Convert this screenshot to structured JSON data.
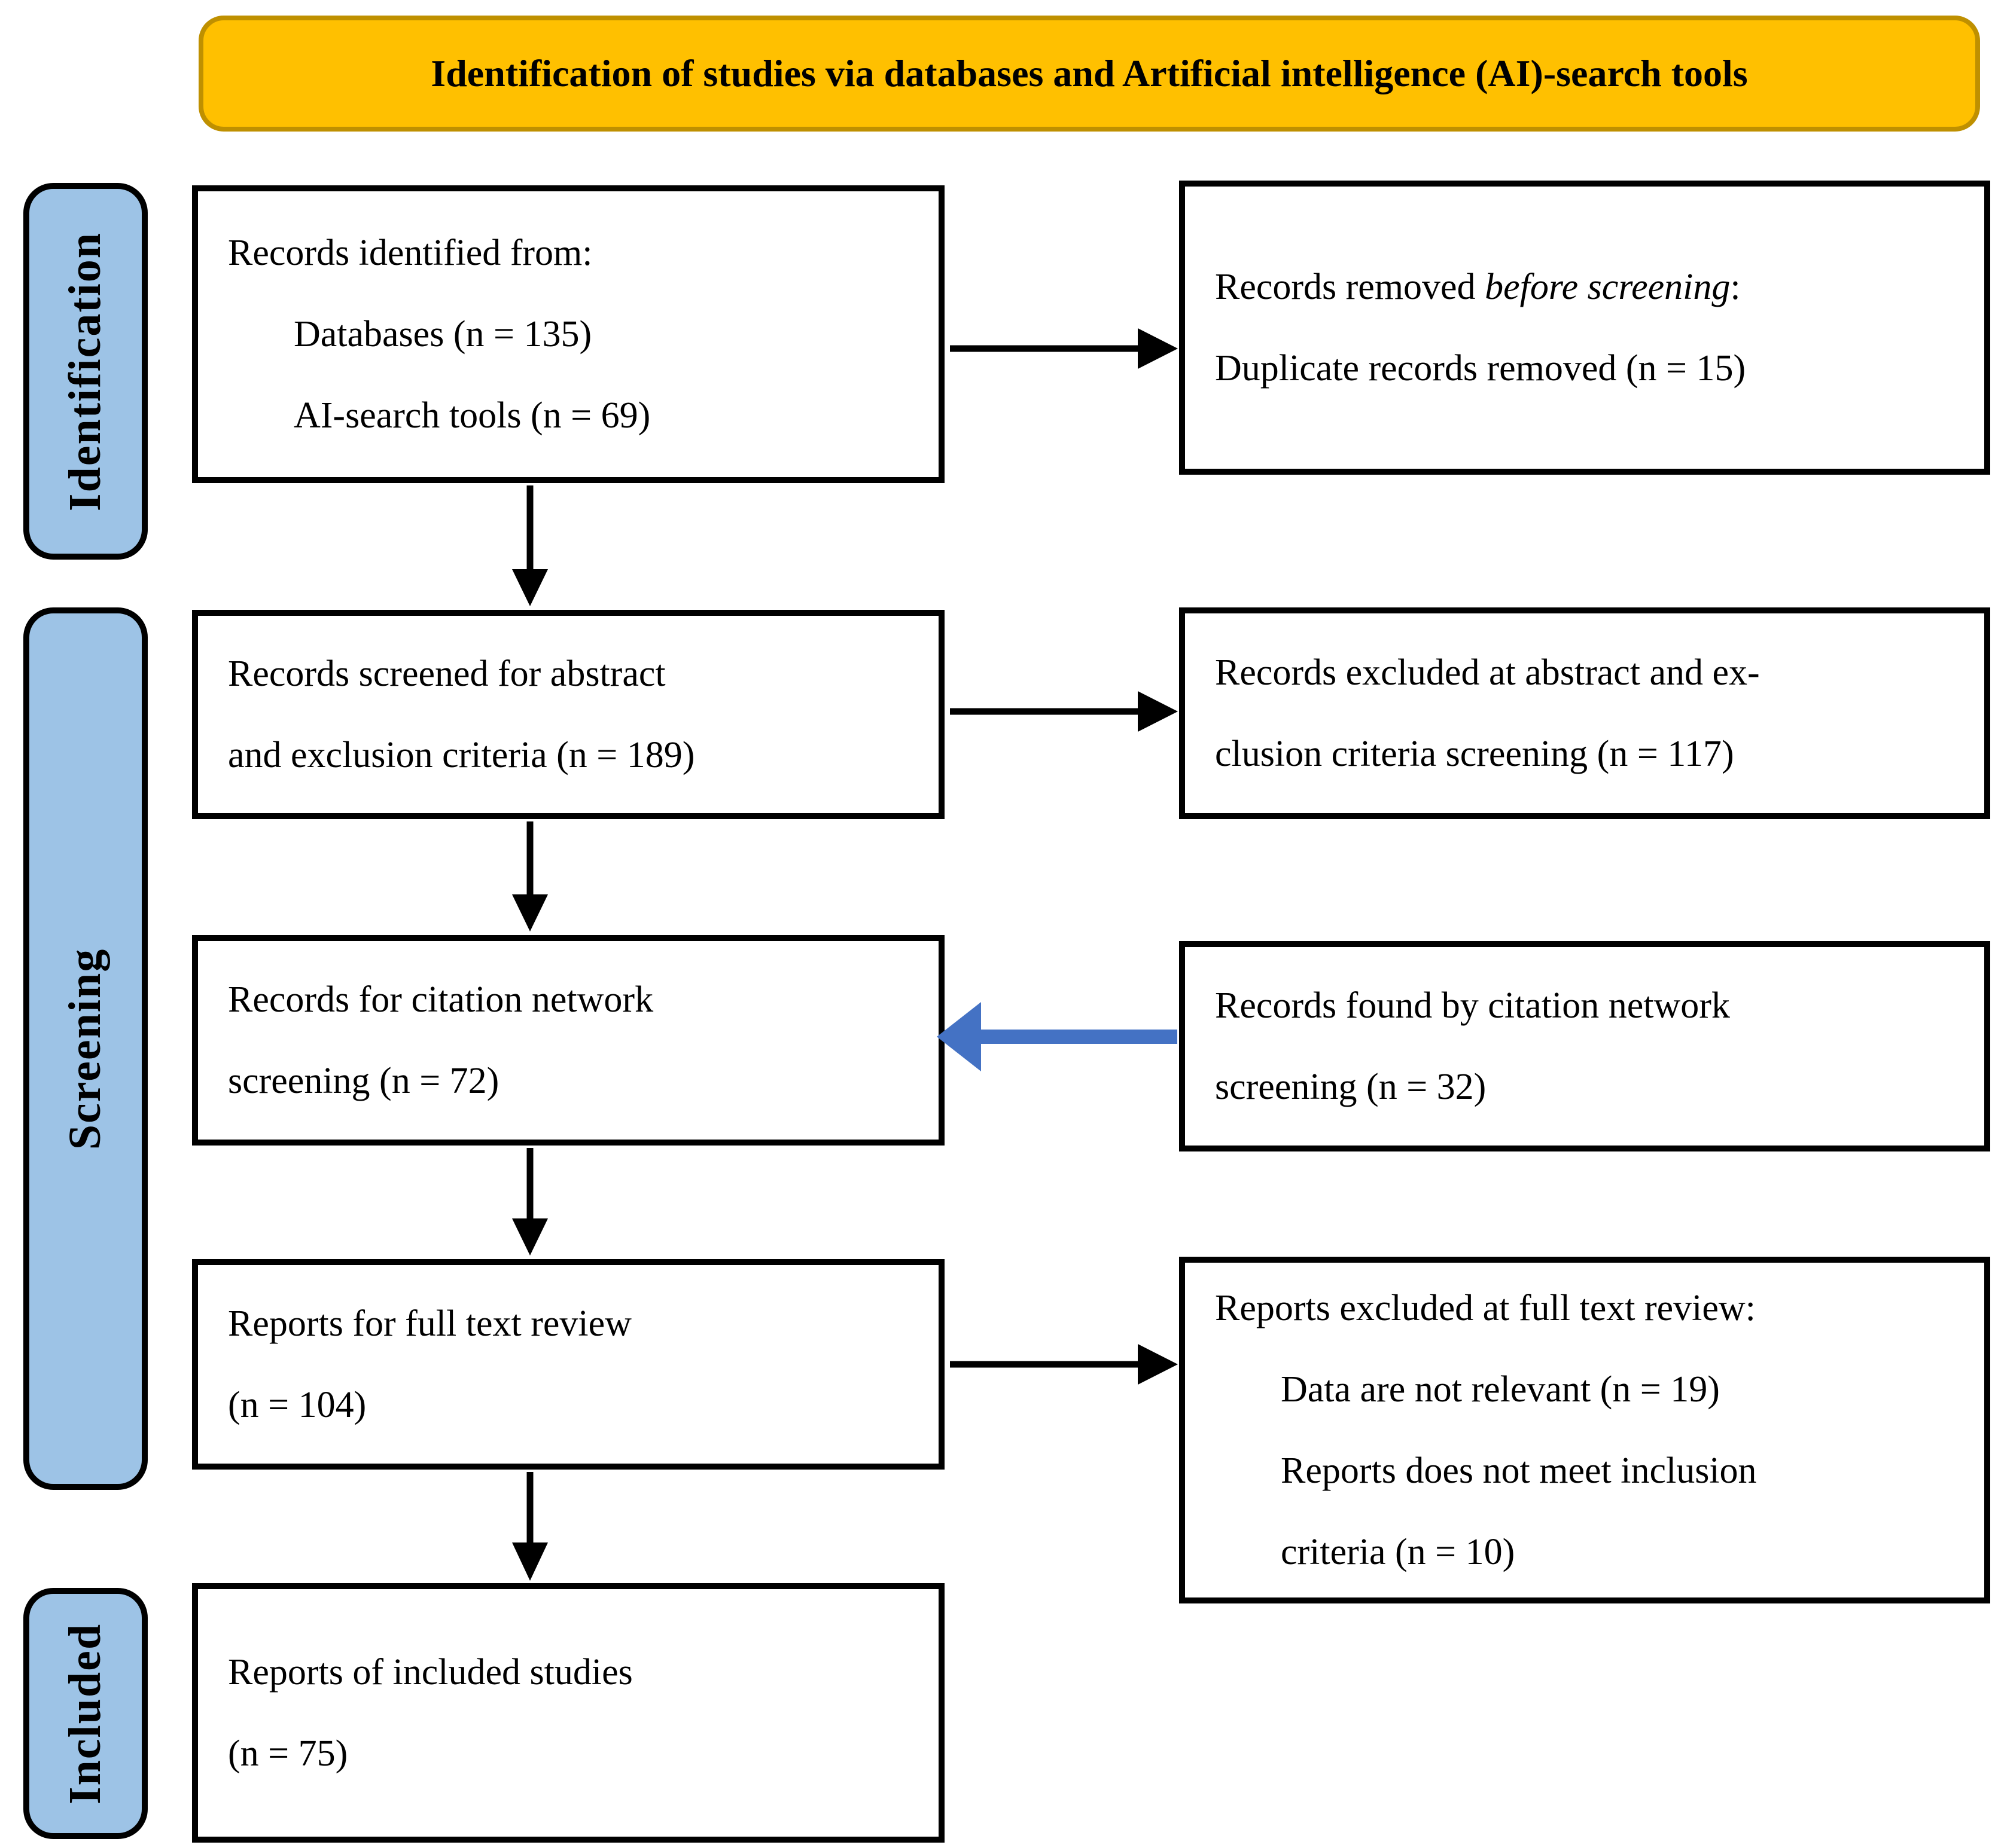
{
  "title_banner": "Identification of studies via databases and Artificial intelligence (AI)-search tools",
  "stages": {
    "identification": "Identification",
    "screening": "Screening",
    "included": "Included"
  },
  "boxes": {
    "identified": {
      "lines": [
        "Records identified from:",
        "Databases (n = 135)",
        "AI-search tools (n = 69)"
      ]
    },
    "removed": {
      "prefix": "Records removed ",
      "italic": "before screening",
      "suffix": ":",
      "line2": "Duplicate records removed (n = 15)"
    },
    "screened": {
      "lines": [
        "Records screened for abstract",
        "and exclusion criteria (n = 189)"
      ]
    },
    "excluded_abstract": {
      "lines": [
        "Records excluded at abstract and ex-",
        "clusion criteria screening (n = 117)"
      ]
    },
    "citation_screening": {
      "lines": [
        "Records for citation network",
        "screening (n = 72)"
      ]
    },
    "citation_found": {
      "lines": [
        "Records found by citation network",
        "screening (n = 32)"
      ]
    },
    "full_text": {
      "lines": [
        "Reports for full text review",
        "(n = 104)"
      ]
    },
    "excluded_full_text": {
      "lines": [
        "Reports excluded at full text review:",
        "Data are not relevant (n = 19)",
        "Reports does not meet inclusion",
        "criteria (n = 10)"
      ]
    },
    "included_studies": {
      "lines": [
        "Reports of included studies",
        "(n = 75)"
      ]
    }
  },
  "colors": {
    "banner_bg": "#FFC000",
    "banner_border": "#BF9000",
    "stage_label_bg": "#9DC3E6",
    "stage_label_border": "#000000",
    "box_border": "#000000",
    "arrow_color": "#000000",
    "citation_arrow_color": "#4472C4"
  }
}
